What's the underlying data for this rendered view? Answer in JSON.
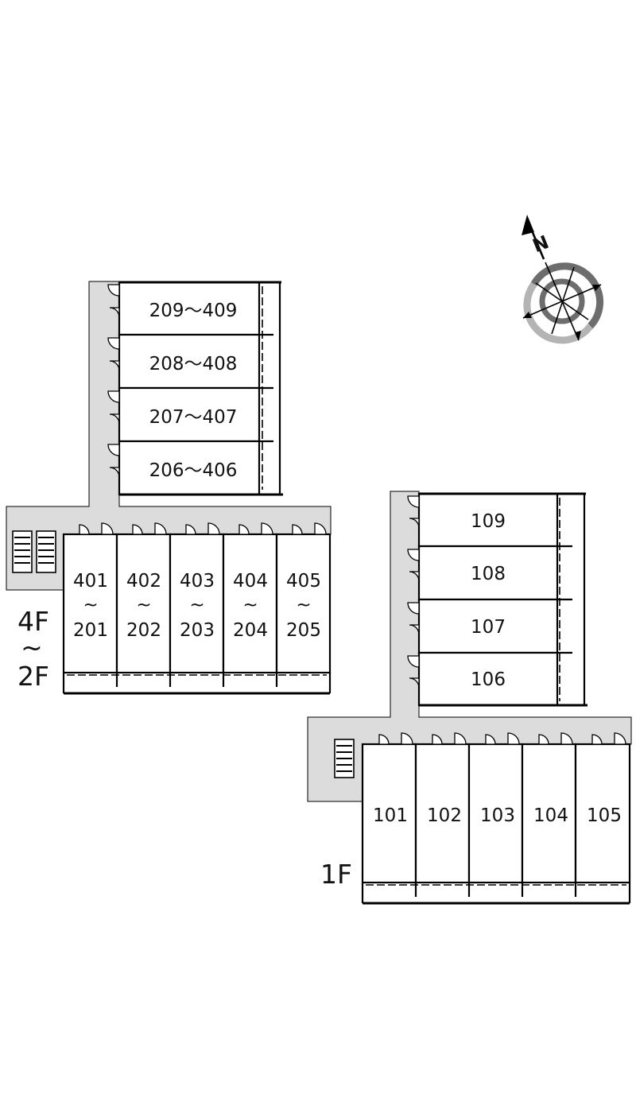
{
  "upper_building": {
    "rows": [
      "209～409",
      "208～408",
      "207～407",
      "206～406"
    ],
    "columns": [
      {
        "top": "401",
        "mid": "~",
        "bottom": "201"
      },
      {
        "top": "402",
        "mid": "~",
        "bottom": "202"
      },
      {
        "top": "403",
        "mid": "~",
        "bottom": "203"
      },
      {
        "top": "404",
        "mid": "~",
        "bottom": "204"
      },
      {
        "top": "405",
        "mid": "~",
        "bottom": "205"
      }
    ],
    "floor": {
      "top": "4F",
      "mid": "~",
      "bottom": "2F"
    }
  },
  "lower_building": {
    "rows": [
      "109",
      "108",
      "107",
      "106"
    ],
    "columns": [
      "101",
      "102",
      "103",
      "104",
      "105"
    ],
    "floor": "1F"
  },
  "compass": {
    "label": "N"
  }
}
